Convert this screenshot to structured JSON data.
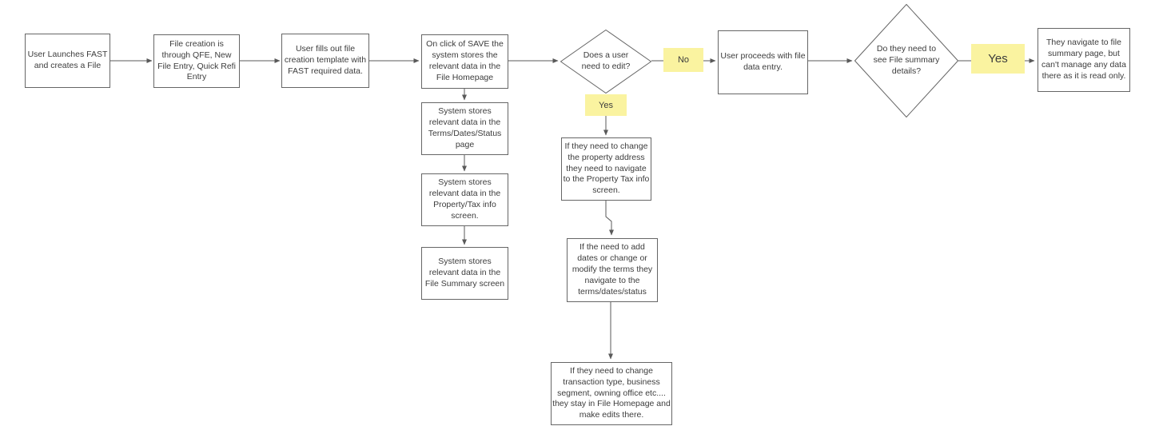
{
  "colors": {
    "border": "#666666",
    "arrow": "#595959",
    "text": "#3c3c3c",
    "label_bg": "#faf3a0",
    "node_bg": "#ffffff"
  },
  "nodes": {
    "launch": "User Launches FAST and creates a File",
    "creation_method": "File creation is through QFE, New File Entry, Quick Refi Entry",
    "fill_template": "User fills out file creation template with FAST required data.",
    "save_homepage": "On click of SAVE the system stores the relevant data in the File Homepage",
    "stores_terms": "System stores relevant data in the Terms/Dates/Status page",
    "stores_property": "System stores relevant data in the Property/Tax info screen.",
    "stores_summary": "System stores relevant data in the File Summary screen",
    "decision_edit": "Does a user need to edit?",
    "proceeds": "User proceeds with file data entry.",
    "decision_summary": "Do they need to see  File summary details?",
    "navigate_summary": "They navigate to file summary page, but can't manage any data there as it is read only.",
    "edit_property": "If they need to change the property address they need to navigate to the Property Tax info screen.",
    "edit_terms": "If the need to add dates or change or modify the terms they navigate to the terms/dates/status",
    "edit_homepage": "If they need to change transaction type, business segment, owning office etc.... they stay in File Homepage and make edits there."
  },
  "labels": {
    "no": "No",
    "yes_edit": "Yes",
    "yes_summary": "Yes"
  }
}
